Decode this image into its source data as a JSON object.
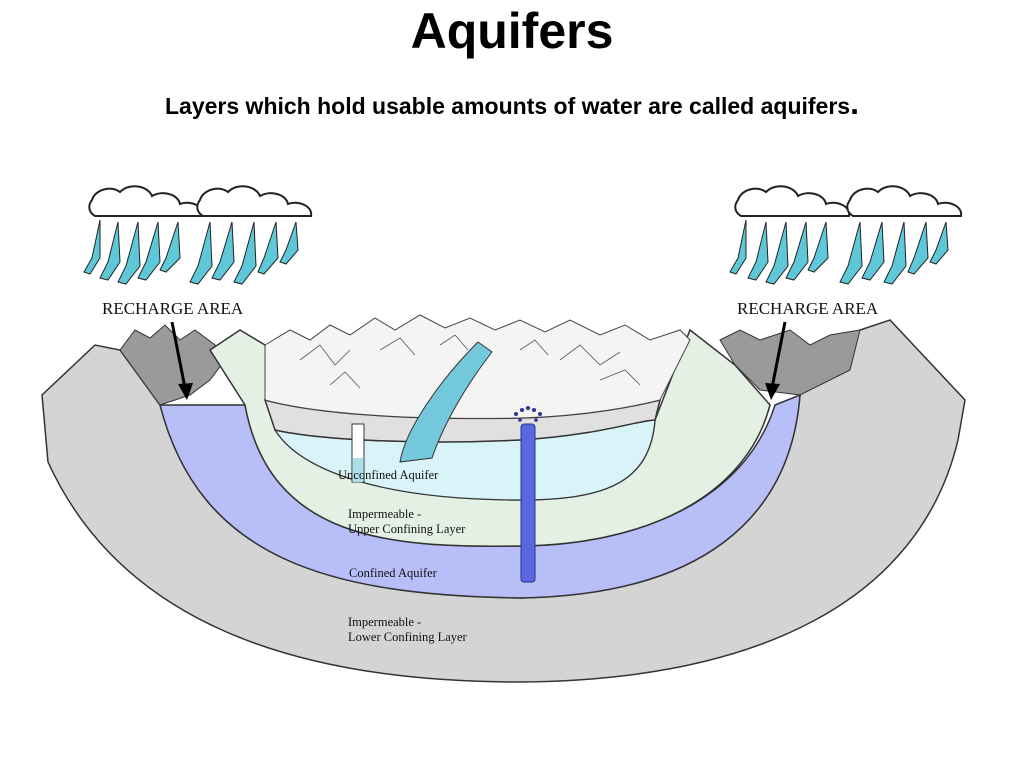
{
  "title": "Aquifers",
  "subtitle": "Layers which hold usable amounts of water are called aquifers",
  "subtitle_end": ".",
  "diagram": {
    "recharge_left": "RECHARGE AREA",
    "recharge_right": "RECHARGE AREA",
    "unconfined_aquifer": "Unconfined Aquifer",
    "upper_layer_line1": "Impermeable -",
    "upper_layer_line2": "Upper Confining Layer",
    "confined_aquifer": "Confined Aquifer",
    "lower_layer_line1": "Impermeable -",
    "lower_layer_line2": "Lower Confining Layer"
  },
  "colors": {
    "rock_gray": "#d4d4d4",
    "confined_blue": "#b8bef8",
    "unconfined_cyan": "#d8f4f8",
    "confining_green": "#e4f0e4",
    "river_blue": "#74c8dc",
    "well_blue": "#5a68e0",
    "mountain_white": "#f4f4f4"
  }
}
